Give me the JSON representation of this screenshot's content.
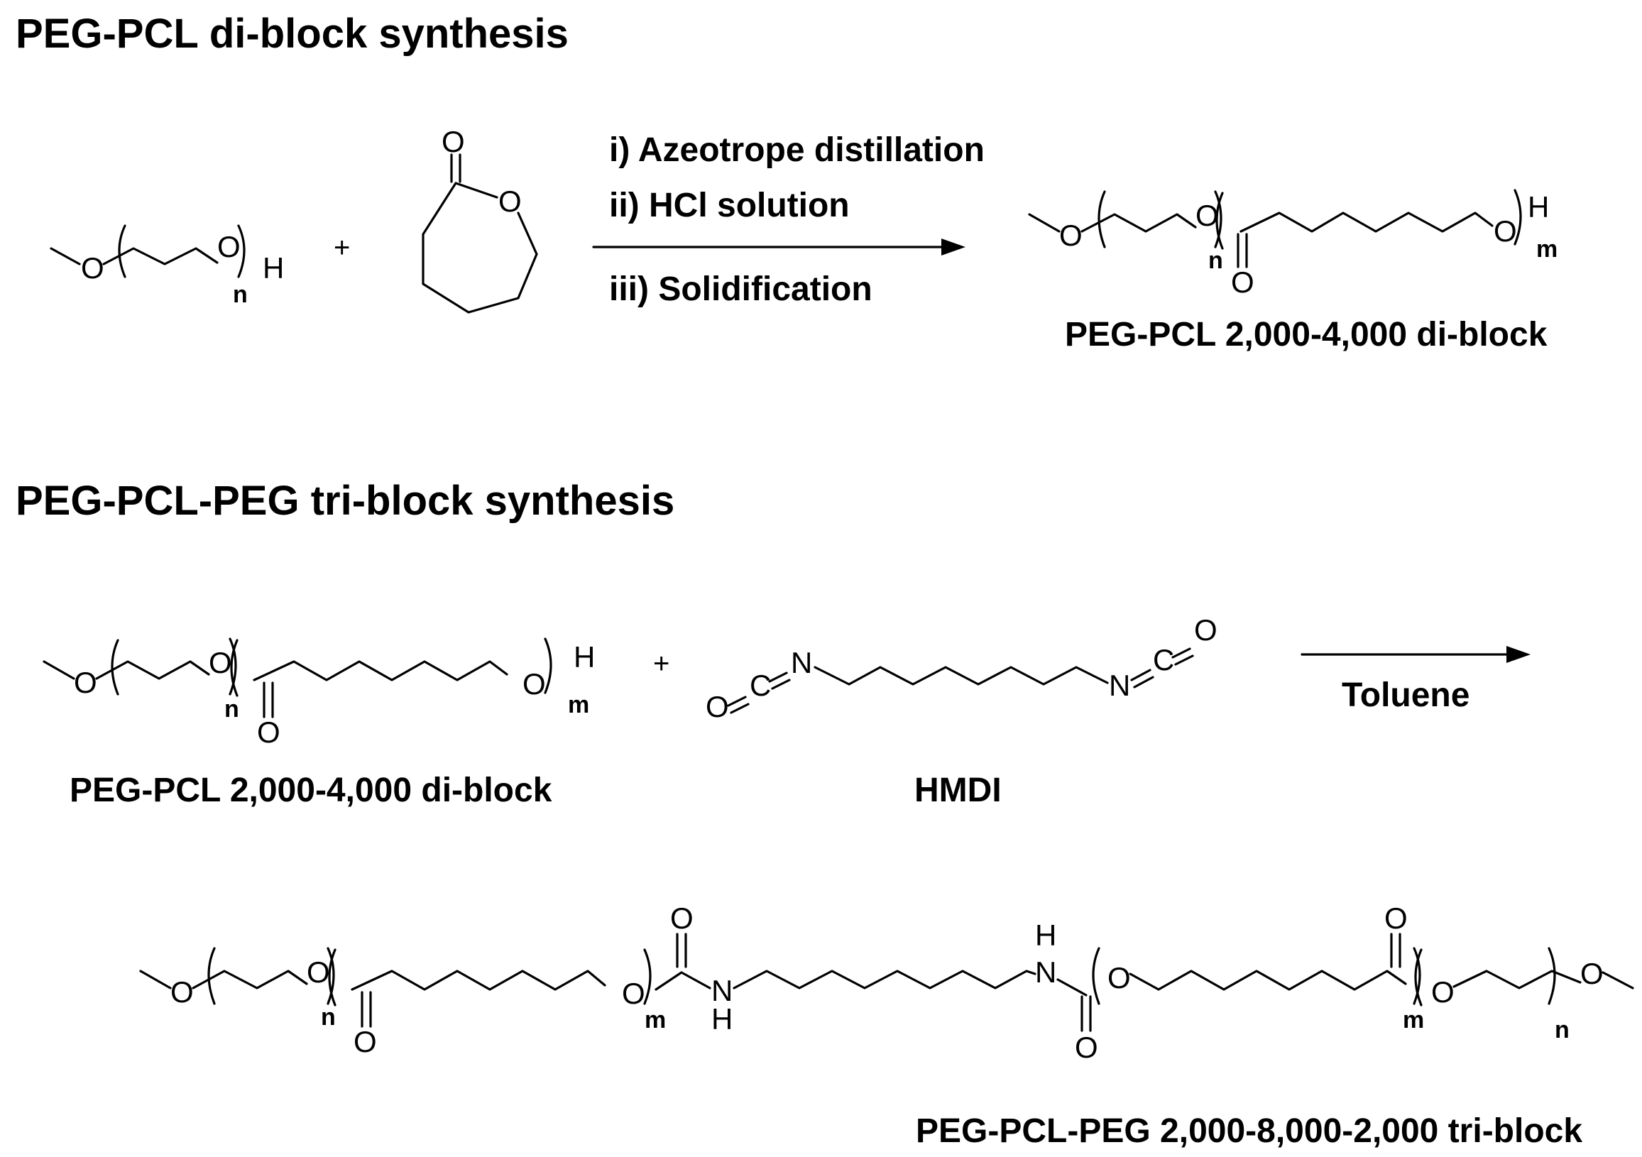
{
  "section1": {
    "title": "PEG-PCL di-block synthesis",
    "conditions": [
      "i) Azeotrope distillation",
      "ii) HCl solution",
      "iii) Solidification"
    ],
    "plus": "+",
    "product_label": "PEG-PCL 2,000-4,000 di-block"
  },
  "section2": {
    "title": "PEG-PCL-PEG tri-block synthesis",
    "reactant1_label": "PEG-PCL 2,000-4,000 di-block",
    "reactant2_label": "HMDI",
    "plus": "+",
    "condition": "Toluene",
    "product_label": "PEG-PCL-PEG 2,000-8,000-2,000 tri-block"
  },
  "atoms": {
    "O": "O",
    "H": "H",
    "N": "N",
    "C": "C",
    "n": "n",
    "m": "m"
  }
}
